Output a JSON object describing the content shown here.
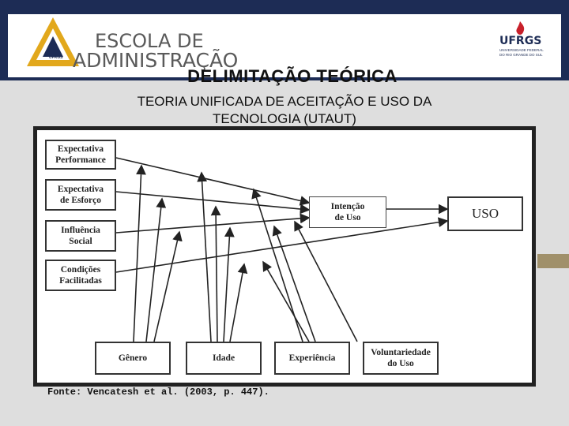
{
  "header": {
    "logo_line1": "ESCOLA DE",
    "logo_line2": "ADMINISTRAÇÃO",
    "logo_emblem_text": "UFRGS",
    "ufrgs": "UFRGS",
    "ufrgs_sub1": "UNIVERSIDADE FEDERAL",
    "ufrgs_sub2": "DO RIO GRANDE DO SUL"
  },
  "title": "DELIMITAÇÃO TEÓRICA",
  "subtitle_line1": "TEORIA UNIFICADA DE ACEITAÇÃO E USO DA",
  "subtitle_line2": "TECNOLOGIA (UTAUT)",
  "diagram": {
    "determinants": [
      "Expectativa\nPerformance",
      "Expectativa\nde Esforço",
      "Influência\nSocial",
      "Condições\nFacilitadas"
    ],
    "intention": "Intenção\nde Uso",
    "use": "USO",
    "moderators": [
      "Gênero",
      "Idade",
      "Experiência",
      "Voluntariedade\ndo Uso"
    ]
  },
  "source": "Fonte: Vencatesh et al. (2003, p. 447).",
  "colors": {
    "header_bg": "#1d2c55",
    "slide_bg": "#dedede",
    "accent_tab": "#a0906a",
    "ufrgs_red": "#c8202a"
  }
}
